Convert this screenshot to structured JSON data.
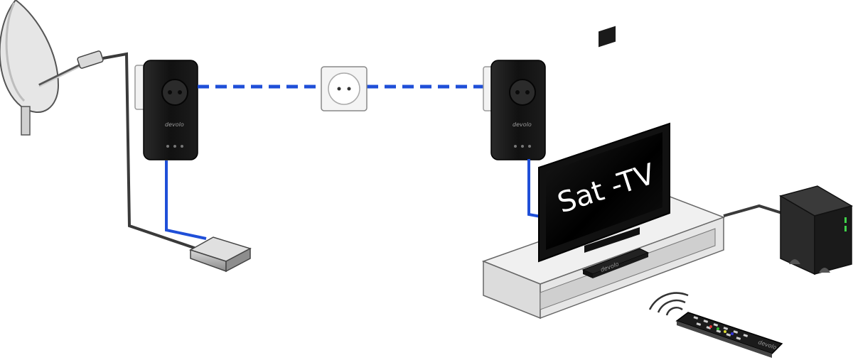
{
  "screen": {
    "tv_text": "Sat -TV"
  },
  "brand": {
    "adapter_logo": "devolo",
    "receiver_logo": "devolo",
    "remote_logo": "devolo"
  },
  "colors": {
    "powerline": "#1f4fd8",
    "lan_cable": "#1f4fd8",
    "coax_cable": "#3a3a3a",
    "adapter_body": "#151515",
    "tv_frame": "#111111"
  },
  "icons": {
    "satellite_dish": "satellite-dish-icon",
    "wall_socket": "wall-socket-icon",
    "powerline_adapter": "powerline-adapter-icon",
    "sat_tuner": "sat-tuner-icon",
    "television": "tv-icon",
    "receiver": "receiver-icon",
    "nas": "nas-drive-icon",
    "remote": "remote-control-icon",
    "signal": "signal-waves-icon"
  }
}
